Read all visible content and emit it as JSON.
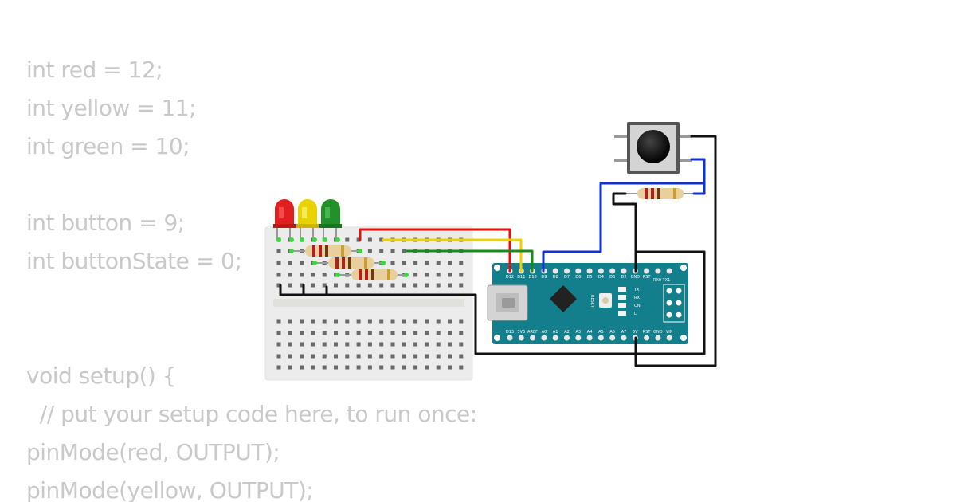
{
  "code_lines": [
    "int red = 12;",
    "int yellow = 11;",
    "int green = 10;",
    "",
    "int button = 9;",
    "int buttonState = 0;",
    "",
    "",
    "void setup() {",
    "  // put your setup code here, to run once:",
    "pinMode(red, OUTPUT);",
    "pinMode(yellow, OUTPUT);"
  ],
  "board": {
    "top_pin_labels": [
      "D12",
      "D11",
      "D10",
      "D9",
      "D8",
      "D7",
      "D6",
      "D5",
      "D4",
      "D3",
      "D2",
      "GND",
      "RST"
    ],
    "bottom_pin_labels": [
      "D13",
      "3V3",
      "AREF",
      "A0",
      "A1",
      "A2",
      "A3",
      "A4",
      "A5",
      "A6",
      "A7",
      "5V",
      "RST",
      "GND",
      "VIN"
    ],
    "reset_label": "RESET",
    "led_labels": [
      "TX",
      "RX",
      "ON",
      "L"
    ],
    "header_label": "RX0 TX1"
  },
  "leds": [
    {
      "name": "red",
      "color": "#e02020"
    },
    {
      "name": "yellow",
      "color": "#e8d200"
    },
    {
      "name": "green",
      "color": "#23902a"
    }
  ],
  "wire_colors": {
    "red": "#e01010",
    "yellow": "#f0d000",
    "green": "#1a8a1a",
    "blue": "#1030d0",
    "black": "#111111"
  }
}
